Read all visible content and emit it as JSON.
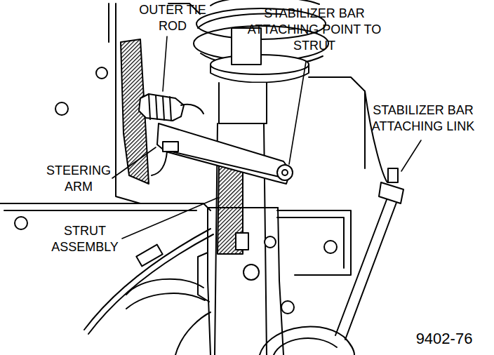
{
  "diagram": {
    "labels": [
      "OUTER TIE ROD",
      "STABILIZER BAR ATTACHING POINT TO STRUT",
      "STABILIZER BAR ATTACHING LINK",
      "STEERING ARM",
      "STRUT ASSEMBLY",
      "9402-76"
    ]
  }
}
